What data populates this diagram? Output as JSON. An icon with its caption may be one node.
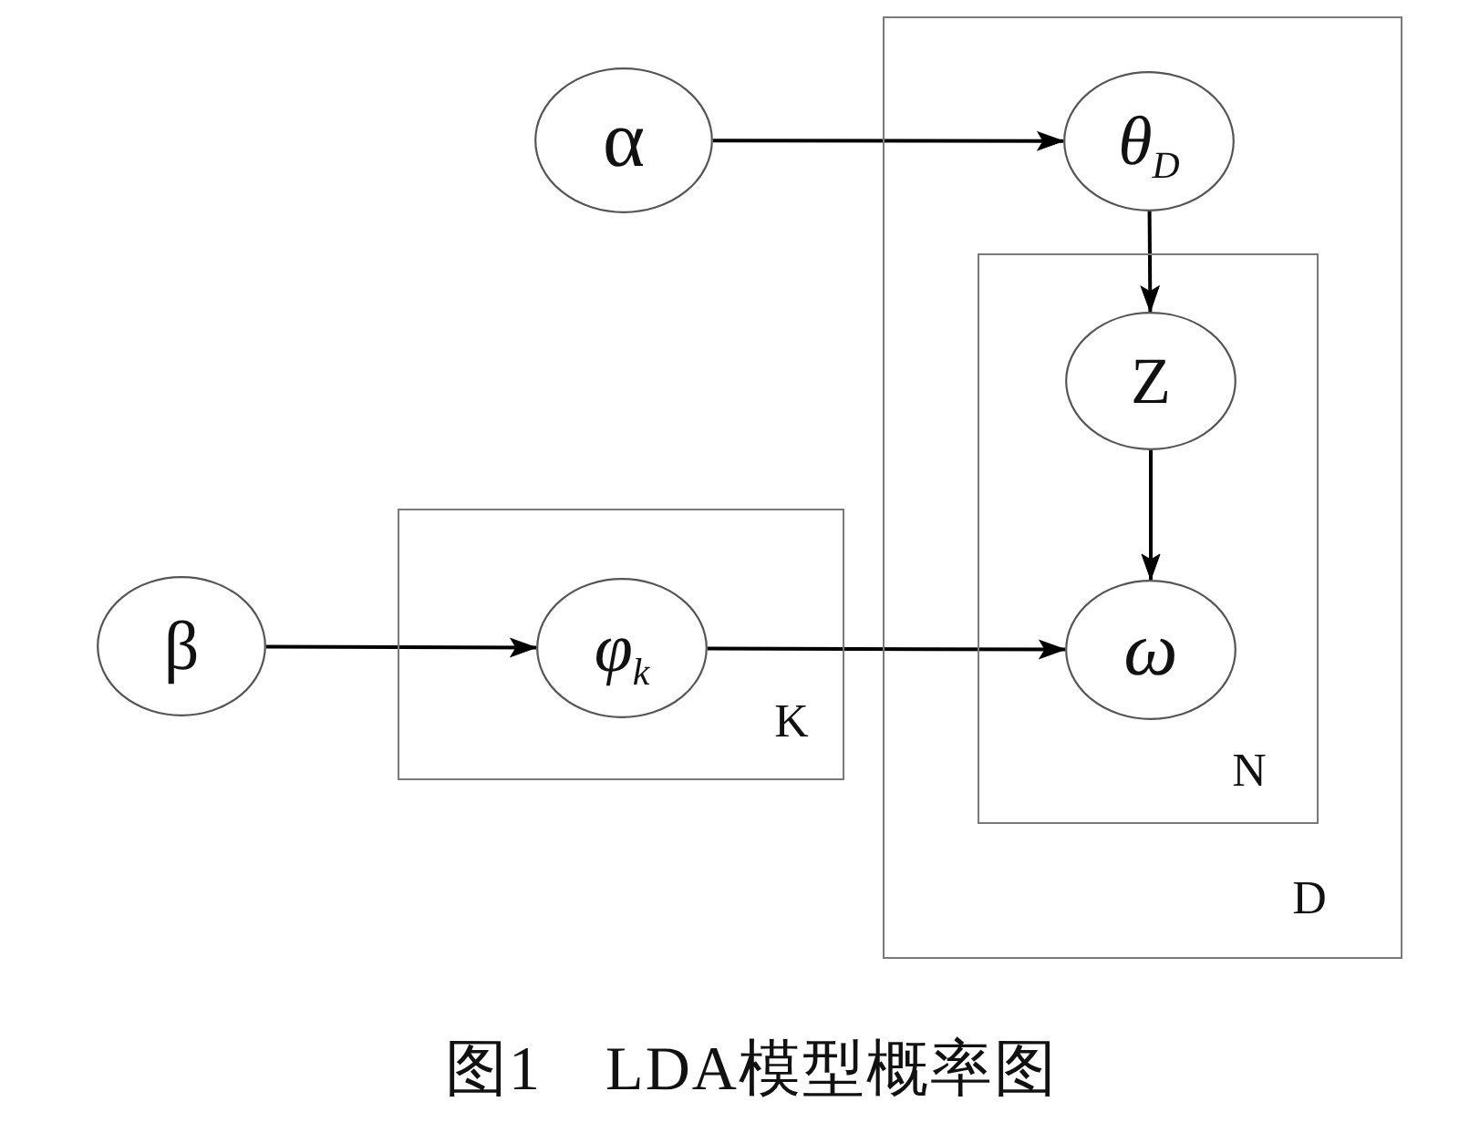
{
  "diagram": {
    "caption": "图1　LDA模型概率图",
    "nodes": [
      {
        "text": [
          "α"
        ]
      },
      {
        "text": [
          "D"
        ]
      },
      {
        "text": [
          "θ$_{D}$"
        ],
        "in": 1
      },
      {
        "text": [
          "N"
        ],
        "in": 1
      },
      {
        "text": [
          "Z"
        ],
        "in": 3
      },
      {
        "text": [
          "ω"
        ],
        "in": 3
      },
      {
        "text": [
          "β"
        ]
      },
      {
        "text": [
          "K"
        ]
      },
      {
        "text": [
          "φ$_{k}$"
        ],
        "in": 7
      }
    ],
    "edges": [
      {
        "from": 0,
        "to": 2,
        "arrow": "to"
      },
      {
        "from": 2,
        "to": 4,
        "arrow": "to"
      },
      {
        "from": 4,
        "to": 5,
        "arrow": "to"
      },
      {
        "from": 6,
        "to": 8,
        "arrow": "to"
      },
      {
        "from": 8,
        "to": 5,
        "arrow": "to"
      }
    ]
  }
}
